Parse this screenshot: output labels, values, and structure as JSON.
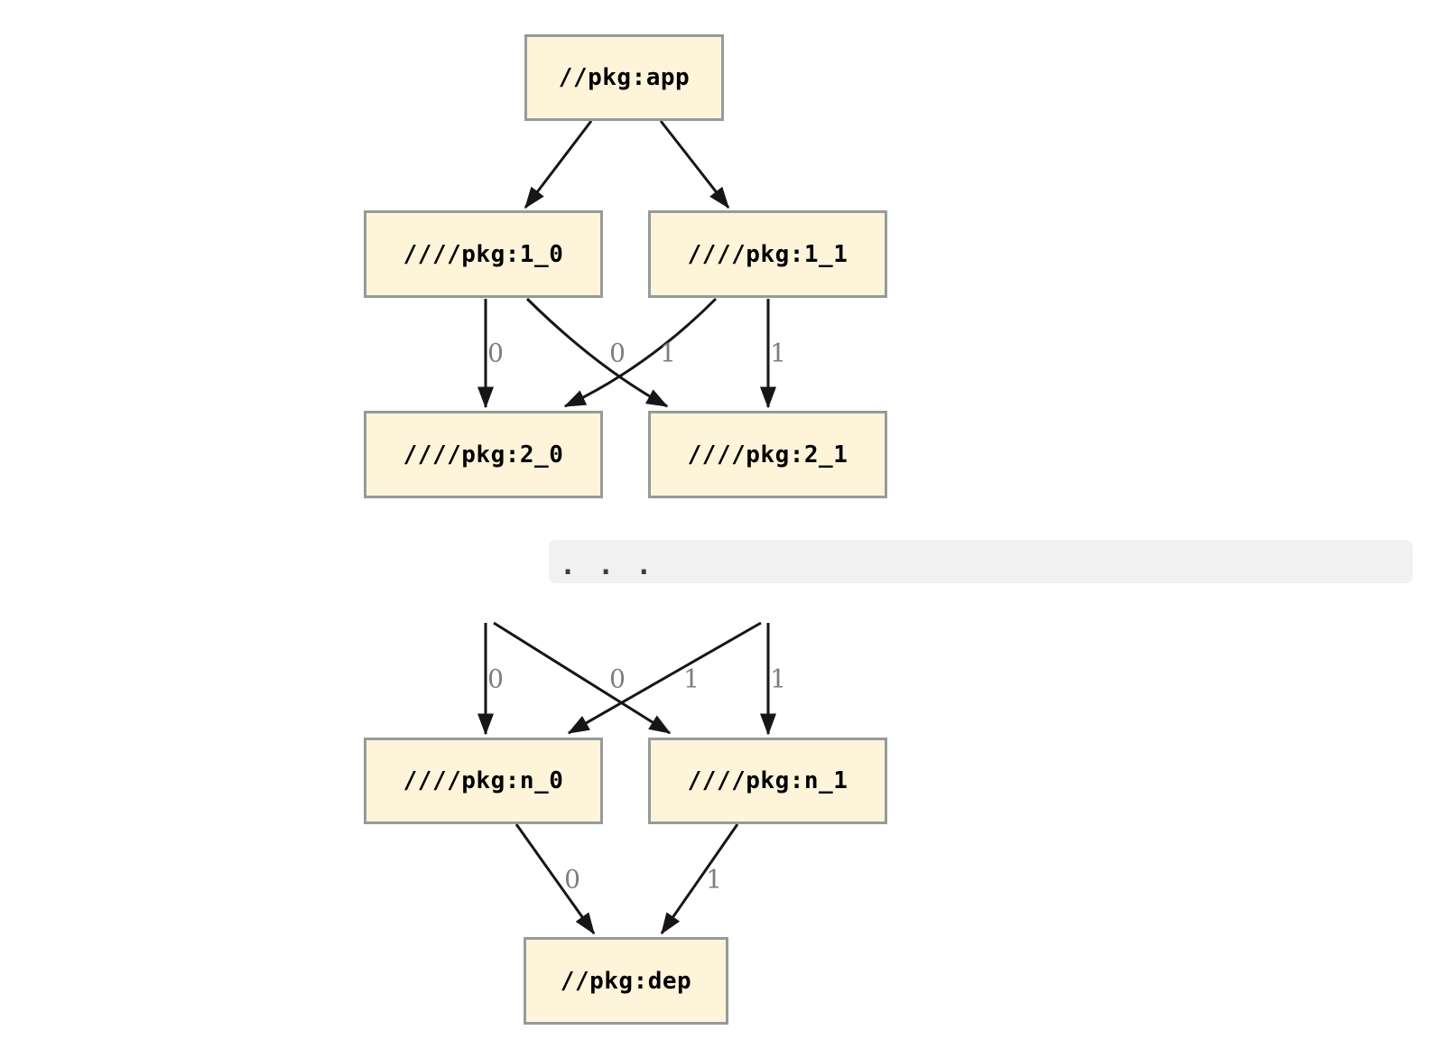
{
  "diagram": {
    "nodes": {
      "app": "//pkg:app",
      "pkg1_0": "////pkg:1_0",
      "pkg1_1": "////pkg:1_1",
      "pkg2_0": "////pkg:2_0",
      "pkg2_1": "////pkg:2_1",
      "pkgn_0": "////pkg:n_0",
      "pkgn_1": "////pkg:n_1",
      "dep": "//pkg:dep"
    },
    "edge_labels": {
      "v_1_0_to_2_0": "0",
      "x_1_1_to_2_0": "0",
      "x_1_0_to_2_1": "1",
      "v_1_1_to_2_1": "1",
      "v_to_n_0": "0",
      "x_to_n_0": "0",
      "x_to_n_1": "1",
      "v_to_n_1": "1",
      "n_0_to_dep": "0",
      "n_1_to_dep": "1"
    },
    "ellipsis": ". . ."
  },
  "colors": {
    "background": "#ffffff",
    "node_fill": "#fdf4da",
    "node_border": "#959b99",
    "edge": "#161616",
    "edge_label": "#7d7d7d",
    "band_fill": "#f1f1f1",
    "dots": "#3b3b3b",
    "node_text": "#000000"
  }
}
